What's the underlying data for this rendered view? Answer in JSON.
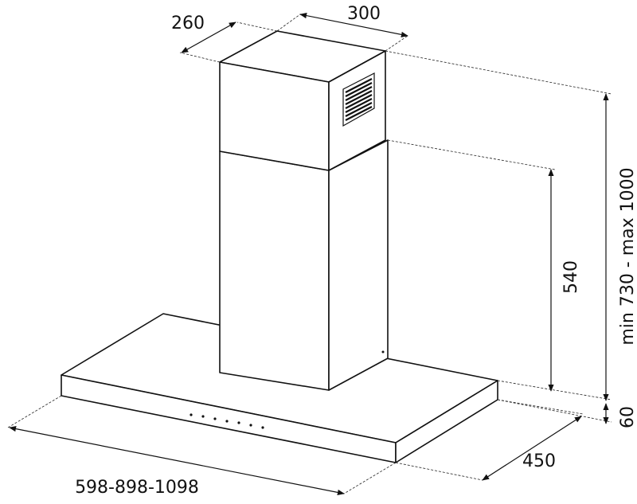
{
  "dimensions": {
    "chimney_depth": "260",
    "chimney_width": "300",
    "total_height": "min 730 - max 1000",
    "chimney_height": "540",
    "canopy_thickness": "60",
    "canopy_depth": "450",
    "canopy_width": "598-898-1098"
  },
  "colors": {
    "line": "#111111",
    "background": "#ffffff"
  }
}
